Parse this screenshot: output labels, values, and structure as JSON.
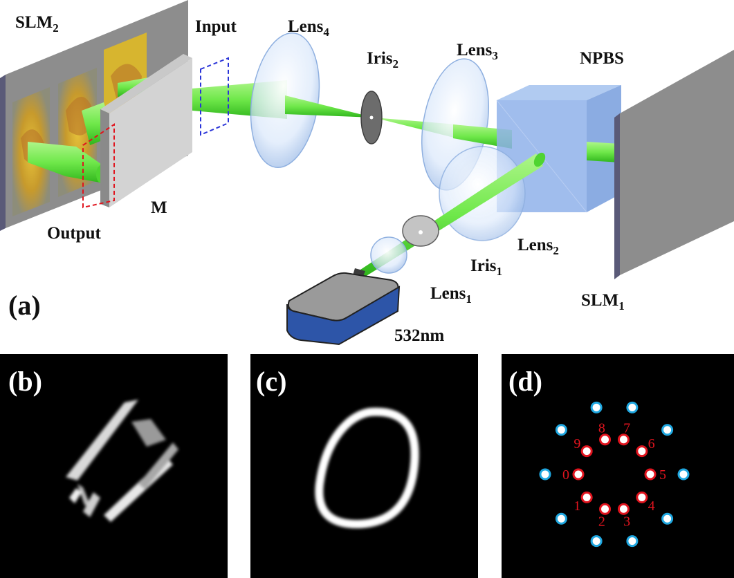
{
  "panels": {
    "a": "(a)",
    "b": "(b)",
    "c": "(c)",
    "d": "(d)"
  },
  "setup_labels": {
    "slm2": {
      "base": "SLM",
      "sub": "2"
    },
    "input": {
      "base": "Input",
      "sub": ""
    },
    "lens4": {
      "base": "Lens",
      "sub": "4"
    },
    "iris2": {
      "base": "Iris",
      "sub": "2"
    },
    "lens3": {
      "base": "Lens",
      "sub": "3"
    },
    "npbs": {
      "base": "NPBS",
      "sub": ""
    },
    "m": {
      "base": "M",
      "sub": ""
    },
    "output": {
      "base": "Output",
      "sub": ""
    },
    "lens2": {
      "base": "Lens",
      "sub": "2"
    },
    "iris1": {
      "base": "Iris",
      "sub": "1"
    },
    "lens1": {
      "base": "Lens",
      "sub": "1"
    },
    "slm1": {
      "base": "SLM",
      "sub": "1"
    },
    "laser": {
      "base": "532nm",
      "sub": ""
    }
  },
  "detector_digits": [
    "0",
    "1",
    "2",
    "3",
    "4",
    "5",
    "6",
    "7",
    "8",
    "9"
  ],
  "colors": {
    "beam": "#6fe84a",
    "beam_dark": "#2fb51c",
    "detector_red": "#e0141e",
    "detector_blue": "#1fa7e0",
    "laser_body": "#2d55a8",
    "laser_top": "#9a9a9a",
    "npbs": "#8fb2ea",
    "slm_face": "#8d8d8d",
    "slm_edge": "#5a5a78"
  }
}
